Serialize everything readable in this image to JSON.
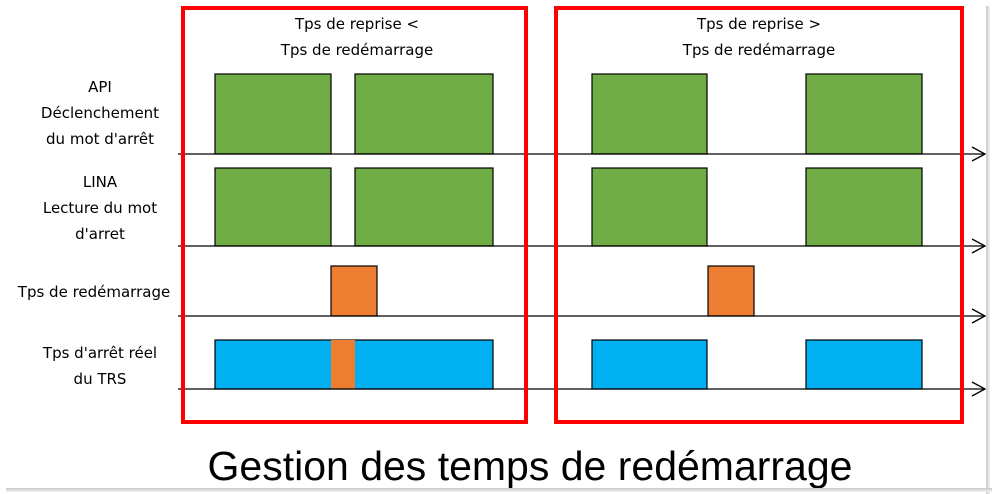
{
  "title": "Gestion des temps de redémarrage",
  "panels": [
    {
      "title_lines": [
        "Tps de reprise <",
        "Tps de redémarrage"
      ]
    },
    {
      "title_lines": [
        "Tps de reprise >",
        "Tps de redémarrage"
      ]
    }
  ],
  "rows": [
    {
      "label_lines": [
        "API",
        "Déclenchement",
        "du mot d'arrêt"
      ]
    },
    {
      "label_lines": [
        "LINA",
        "Lecture du mot",
        "d'arret"
      ]
    },
    {
      "label_lines": [
        "Tps de redémarrage"
      ]
    },
    {
      "label_lines": [
        "Tps d'arrêt réel",
        "du TRS"
      ]
    }
  ],
  "colors": {
    "panel_border": "#ff0000",
    "signal_high": "#70ad47",
    "restart_time": "#ed7d31",
    "stop_time": "#00b0f0",
    "line": "#000000"
  }
}
